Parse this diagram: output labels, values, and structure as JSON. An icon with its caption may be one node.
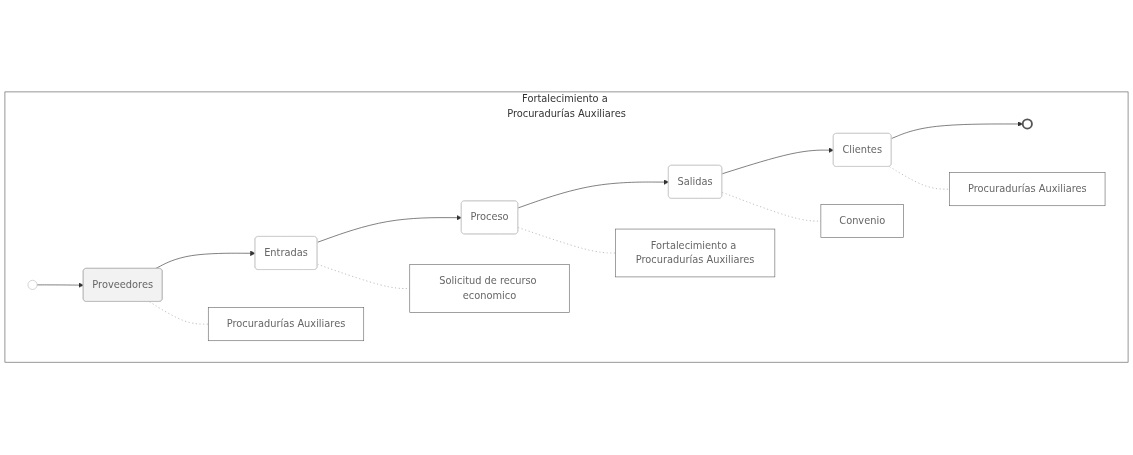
{
  "diagram": {
    "nodes": [
      {
        "text": [
          "Fortalecimiento a Procuradurías Auxiliares"
        ]
      },
      {
        "text": [],
        "shape": "circle",
        "in": 0
      },
      {
        "text": [
          "Proveedores"
        ],
        "in": 0
      },
      {
        "text": [
          "Entradas"
        ],
        "in": 0
      },
      {
        "text": [
          "Proceso"
        ],
        "in": 0
      },
      {
        "text": [
          "Salidas"
        ],
        "in": 0
      },
      {
        "text": [
          "Clientes"
        ],
        "in": 0
      },
      {
        "text": [],
        "shape": "circle",
        "in": 0
      },
      {
        "text": [
          "Procuradurías Auxiliares"
        ],
        "in": 0
      },
      {
        "text": [
          "Solicitud de recurso economico"
        ],
        "in": 0
      },
      {
        "text": [
          "Fortalecimiento a Procuradurías Auxiliares"
        ],
        "in": 0
      },
      {
        "text": [
          "Convenio"
        ],
        "in": 0
      },
      {
        "text": [
          "Procuradurías Auxiliares"
        ],
        "in": 0
      }
    ],
    "edges": [
      {
        "from": 1,
        "to": 2,
        "arrow": "to"
      },
      {
        "from": 2,
        "to": 3,
        "arrow": "to"
      },
      {
        "from": 3,
        "to": 4,
        "arrow": "to"
      },
      {
        "from": 4,
        "to": 5,
        "arrow": "to"
      },
      {
        "from": 5,
        "to": 6,
        "arrow": "to"
      },
      {
        "from": 6,
        "to": 7,
        "arrow": "to"
      },
      {
        "from": 2,
        "to": 8,
        "arrow": "none",
        "style": "dashed",
        "color": "#999999"
      },
      {
        "from": 3,
        "to": 9,
        "arrow": "none",
        "style": "dashed",
        "color": "#999999"
      },
      {
        "from": 4,
        "to": 10,
        "arrow": "none",
        "style": "dashed",
        "color": "#999999"
      },
      {
        "from": 5,
        "to": 11,
        "arrow": "none",
        "style": "dashed",
        "color": "#999999"
      },
      {
        "from": 6,
        "to": 12,
        "arrow": "none",
        "style": "dashed",
        "color": "#999999"
      }
    ]
  }
}
